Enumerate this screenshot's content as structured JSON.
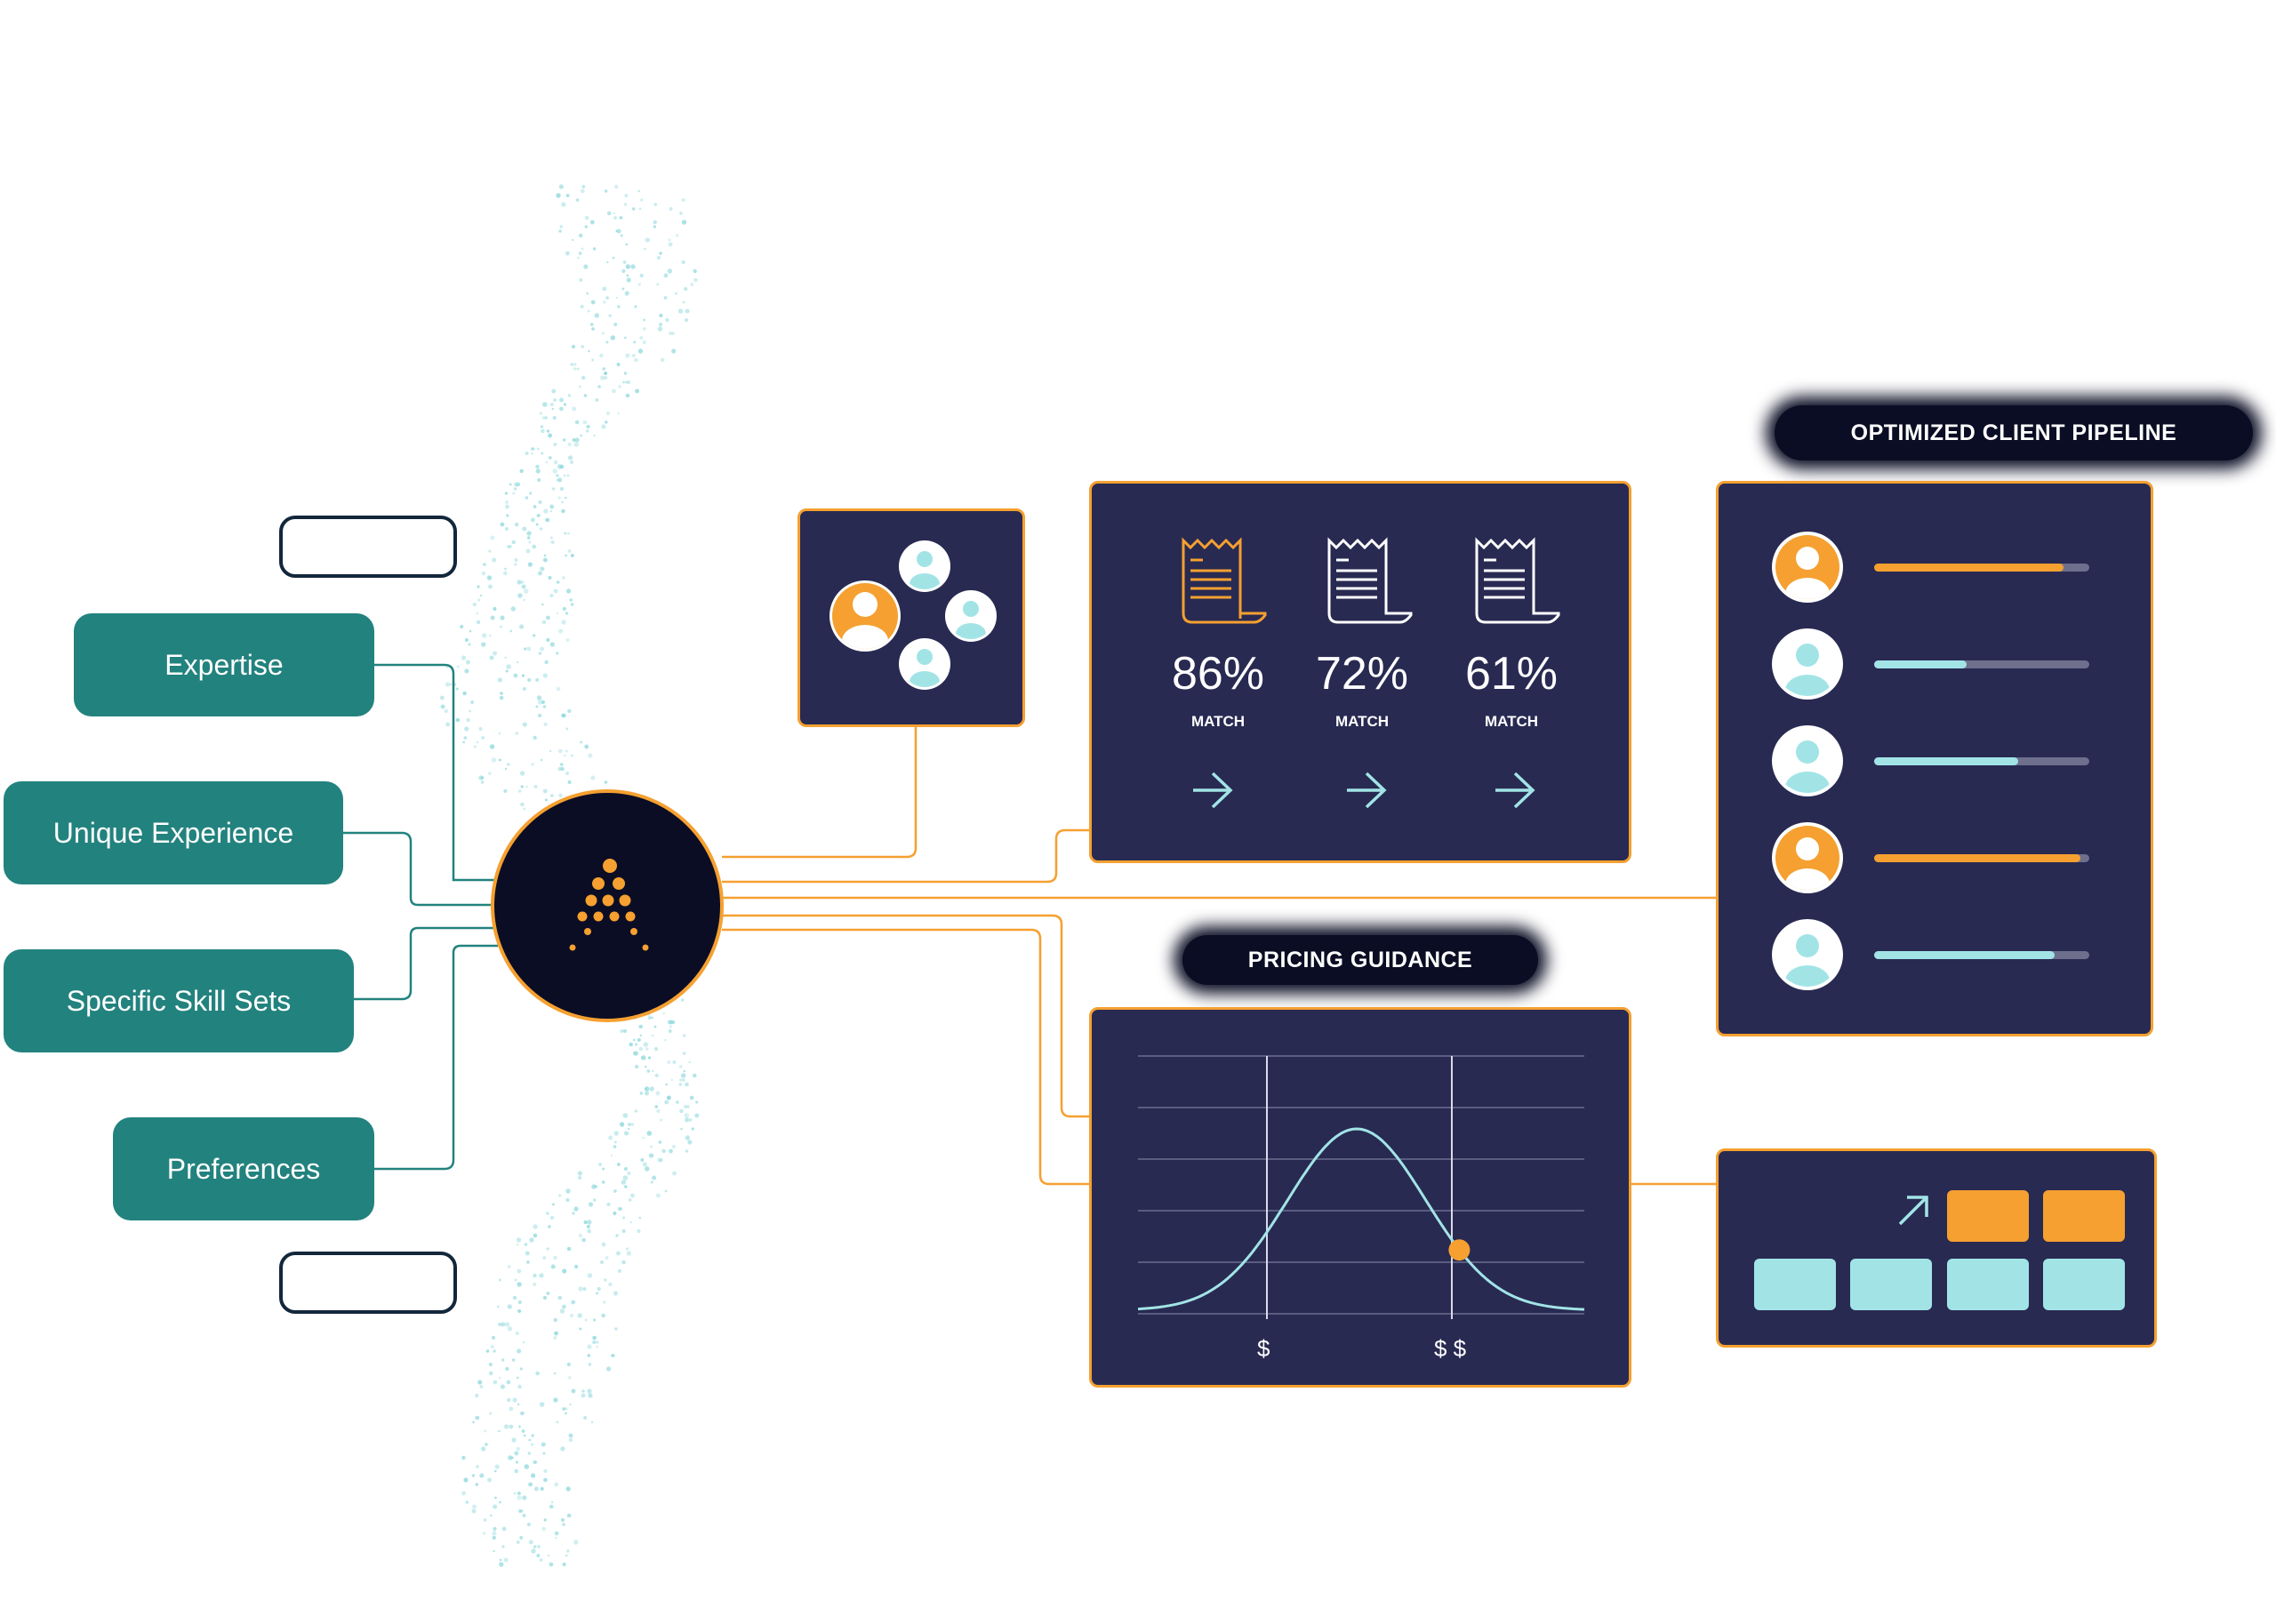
{
  "inputs": [
    {
      "label": "Expertise"
    },
    {
      "label": "Unique Experience"
    },
    {
      "label": "Specific Skill Sets"
    },
    {
      "label": "Preferences"
    }
  ],
  "pipeline": {
    "title": "OPTIMIZED CLIENT PIPELINE",
    "rows": [
      {
        "avatar": "orange",
        "progress": 0.88
      },
      {
        "avatar": "teal",
        "progress": 0.43
      },
      {
        "avatar": "teal",
        "progress": 0.67
      },
      {
        "avatar": "orange",
        "progress": 0.96
      },
      {
        "avatar": "teal",
        "progress": 0.84
      }
    ]
  },
  "matches": [
    {
      "percent": "86%",
      "label": "MATCH",
      "icon": "document-icon",
      "highlight": true
    },
    {
      "percent": "72%",
      "label": "MATCH",
      "icon": "document-icon",
      "highlight": false
    },
    {
      "percent": "61%",
      "label": "MATCH",
      "icon": "document-icon",
      "highlight": false
    }
  ],
  "pricing": {
    "title": "PRICING GUIDANCE",
    "tick_low": "$",
    "tick_high": "$ $",
    "marker_position": 0.72
  },
  "colors": {
    "orange": "#f5a030",
    "teal": "#a2e4e6",
    "navy": "#282a52",
    "hub": "#0b0d24",
    "green": "#22827e"
  },
  "icons": {
    "hub": "logo-dots-icon",
    "group": "user-group-icon",
    "arrow": "arrow-right-icon",
    "trend": "arrow-up-right-icon"
  }
}
